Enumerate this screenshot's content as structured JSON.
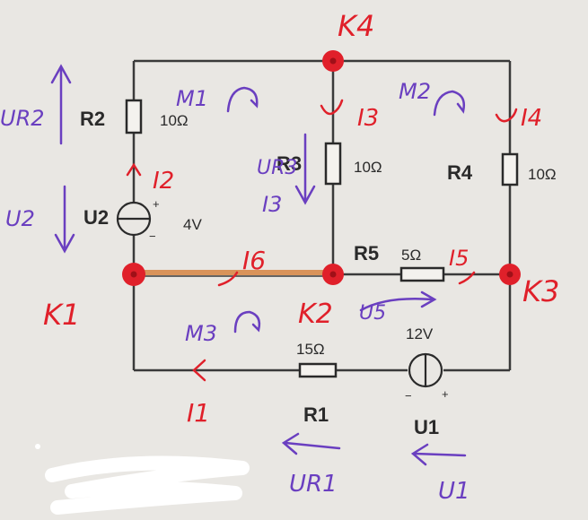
{
  "components": {
    "r1": {
      "name": "R1",
      "value": "15Ω"
    },
    "r2": {
      "name": "R2",
      "value": "10Ω"
    },
    "r3": {
      "name": "R3",
      "value": "10Ω"
    },
    "r4": {
      "name": "R4",
      "value": "10Ω"
    },
    "r5": {
      "name": "R5",
      "value": "5Ω"
    },
    "u1": {
      "name": "U1",
      "value": "12V"
    },
    "u2": {
      "name": "U2",
      "value": "4V"
    }
  },
  "nodes": {
    "k1": "K1",
    "k2": "K2",
    "k3": "K3",
    "k4": "K4"
  },
  "currents": {
    "i1": "I1",
    "i2": "I2",
    "i3": "I3",
    "i4": "I4",
    "i5": "I5",
    "i6": "I6"
  },
  "voltages": {
    "ur2": "UR2",
    "u2": "U2",
    "ur1": "UR1",
    "u1": "U1",
    "u5": "U5",
    "ur3": "UR3"
  },
  "meshes": {
    "m1": "M1",
    "m2": "M2",
    "m3": "M3",
    "i3_mesh": "I3"
  },
  "colors": {
    "wire": "#3a3a3a",
    "node_red": "#e0202a",
    "annotation_purple": "#6a3fc0",
    "highlight_orange": "#d9935a"
  }
}
